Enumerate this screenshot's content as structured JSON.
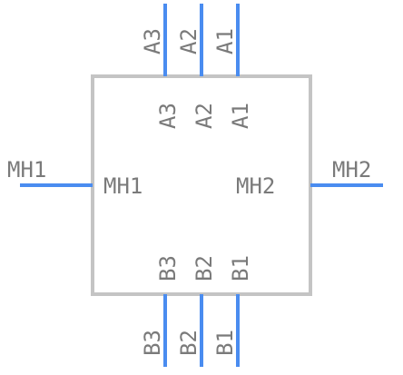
{
  "colors": {
    "body_outline": "#c4c4c4",
    "pin_line": "#4a8cf0",
    "label_text": "#7a7a7a",
    "background": "#ffffff"
  },
  "pins": {
    "top": [
      {
        "outer": "A3",
        "inner": "A3"
      },
      {
        "outer": "A2",
        "inner": "A2"
      },
      {
        "outer": "A1",
        "inner": "A1"
      }
    ],
    "bottom": [
      {
        "outer": "B3",
        "inner": "B3"
      },
      {
        "outer": "B2",
        "inner": "B2"
      },
      {
        "outer": "B1",
        "inner": "B1"
      }
    ],
    "left": {
      "outer": "MH1",
      "inner": "MH1"
    },
    "right": {
      "outer": "MH2",
      "inner": "MH2"
    }
  }
}
